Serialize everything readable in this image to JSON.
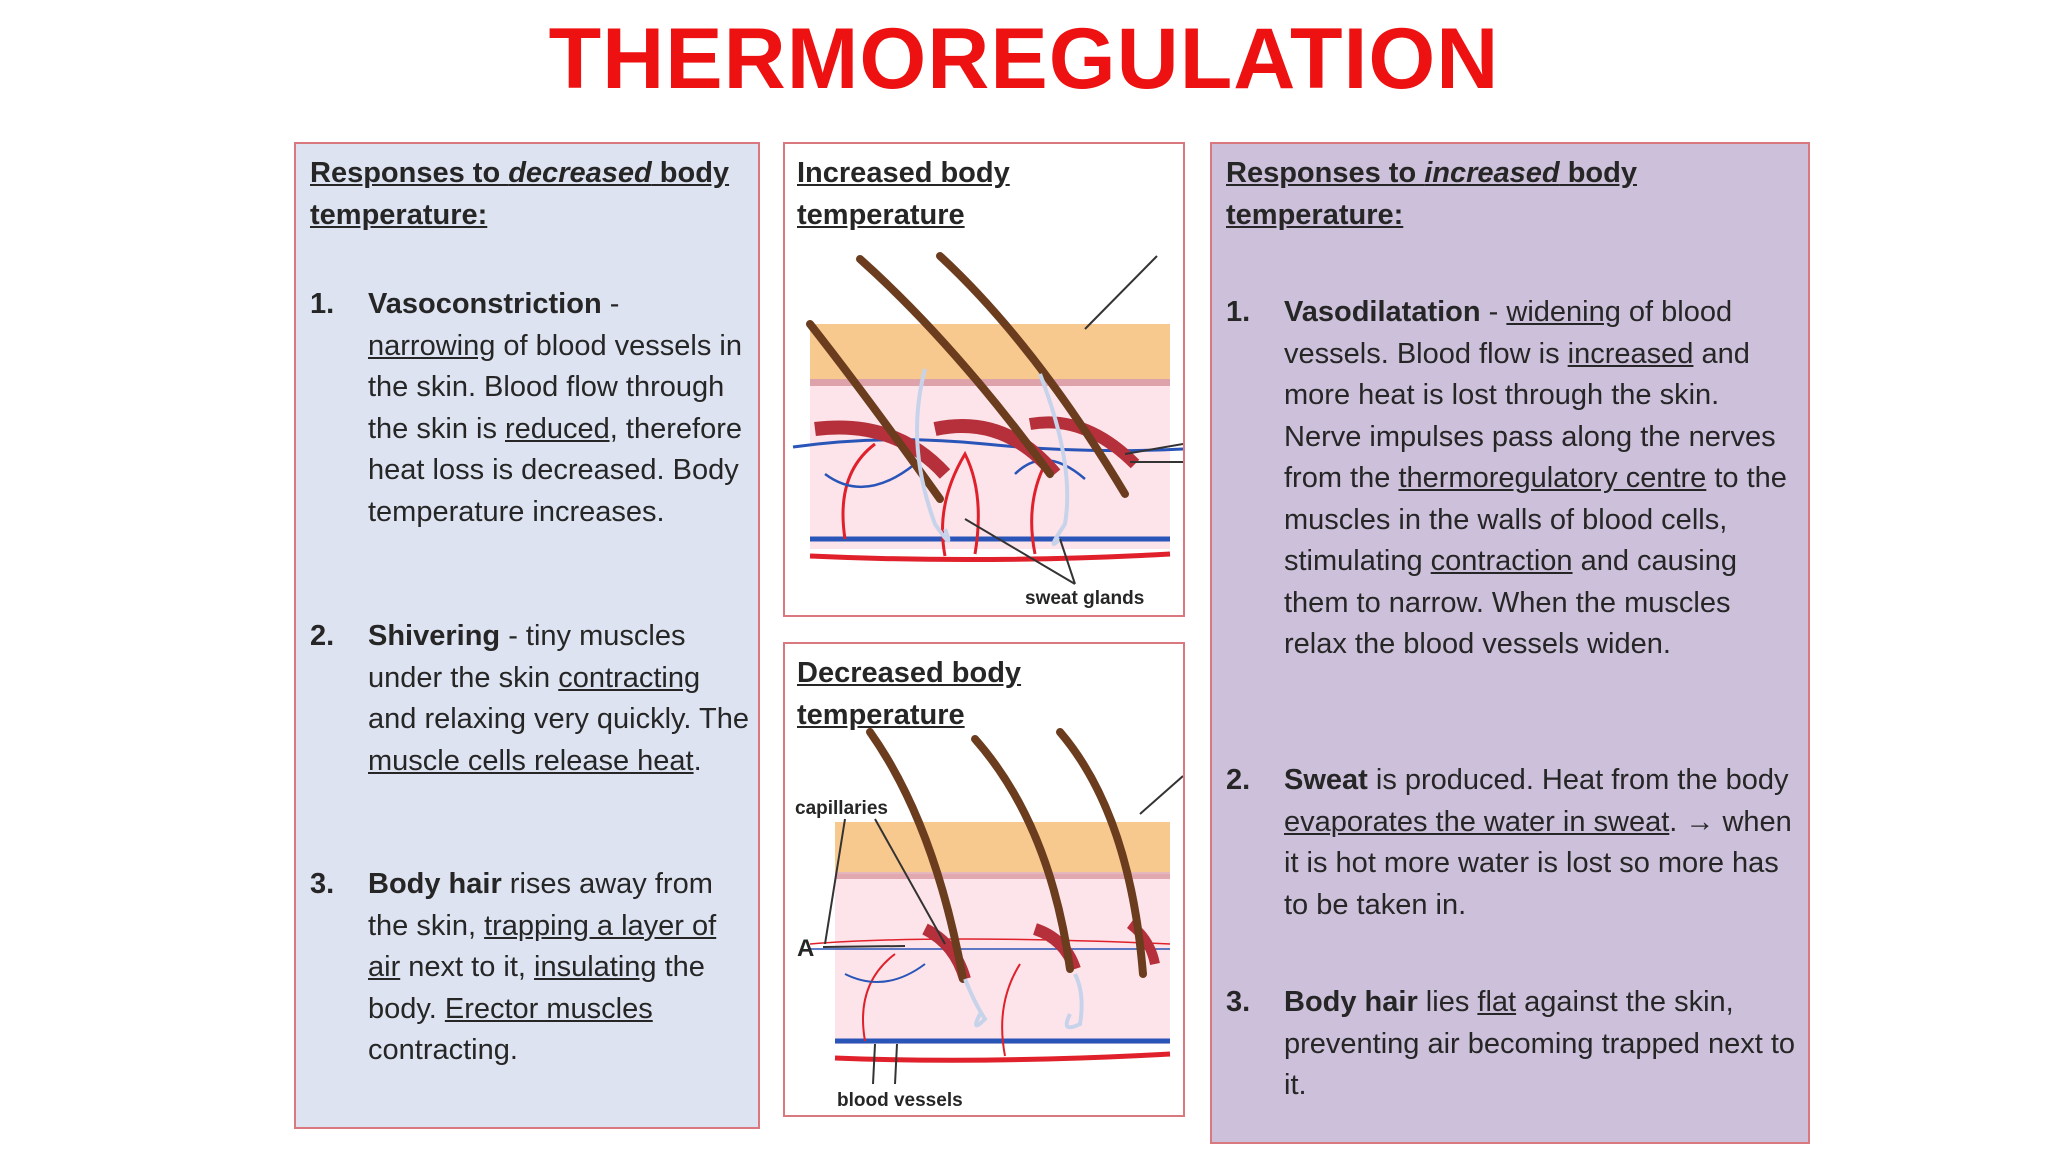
{
  "title": "THERMOREGULATION",
  "left": {
    "heading_pre": "Responses to ",
    "heading_em": "decreased",
    "heading_post": " body temperature:",
    "item1": {
      "num": "1.",
      "term": "Vasoconstriction",
      "dash": " - ",
      "u1": "narrowing",
      "t1": " of blood vessels in the skin. Blood flow through the skin is ",
      "u2": "reduced,",
      "t2": " therefore heat loss is decreased. Body temperature increases."
    },
    "item2": {
      "num": "2.",
      "term": "Shivering",
      "t1": " - tiny muscles under the skin ",
      "u1": "contracting",
      "t2": " and relaxing very quickly. The ",
      "u2": "muscle cells release heat",
      "t3": "."
    },
    "item3": {
      "num": "3.",
      "term": "Body hair",
      "t1": " rises away from the skin, ",
      "u1": "trapping a layer of air",
      "t2": " next to it, ",
      "u2": "insulating",
      "t3": " the body. ",
      "u3": "Erector muscles",
      "t4": " contracting."
    }
  },
  "top_figure": {
    "title": "Increased body temperature",
    "label": "sweat glands"
  },
  "bottom_figure": {
    "title": "Decreased body temperature",
    "label_capillaries": "capillaries",
    "label_a": "A",
    "label_vessels": "blood vessels"
  },
  "right": {
    "heading_pre": "Responses to ",
    "heading_em": "increased",
    "heading_post": " body temperature:",
    "item1": {
      "num": "1.",
      "term": "Vasodilatation",
      "t0": " - ",
      "u1": "widening",
      "t1": " of blood vessels. Blood flow is ",
      "u2": "increased",
      "t2": " and more heat is lost through the skin. Nerve impulses pass along the nerves from the ",
      "u3": "thermoregulatory centre",
      "t3": " to the muscles in the walls of blood cells, stimulating ",
      "u4": "contraction",
      "t4": " and causing them to narrow. When the muscles relax the blood vessels widen."
    },
    "item2": {
      "num": "2.",
      "term": "Sweat",
      "t1": " is produced. Heat from the body ",
      "u1": "evaporates the water in sweat",
      "t2": ". ",
      "arrow": "→",
      "t3": " when it is hot more water is lost so more has to be taken in."
    },
    "item3": {
      "num": "3.",
      "term": "Body hair",
      "t1": " lies ",
      "u1": "flat",
      "t2": " against the skin, preventing air becoming trapped next to it."
    }
  },
  "colors": {
    "title": "#ee1111",
    "left_bg": "#dde3f0",
    "right_bg": "#ccc0da",
    "border": "#d9797f",
    "fat_layer": "#f8c98e",
    "dermis": "#fde4ea",
    "hair": "#6b3d1e",
    "muscle": "#b5303a",
    "artery": "#e0202a",
    "vein": "#2a55b8"
  }
}
